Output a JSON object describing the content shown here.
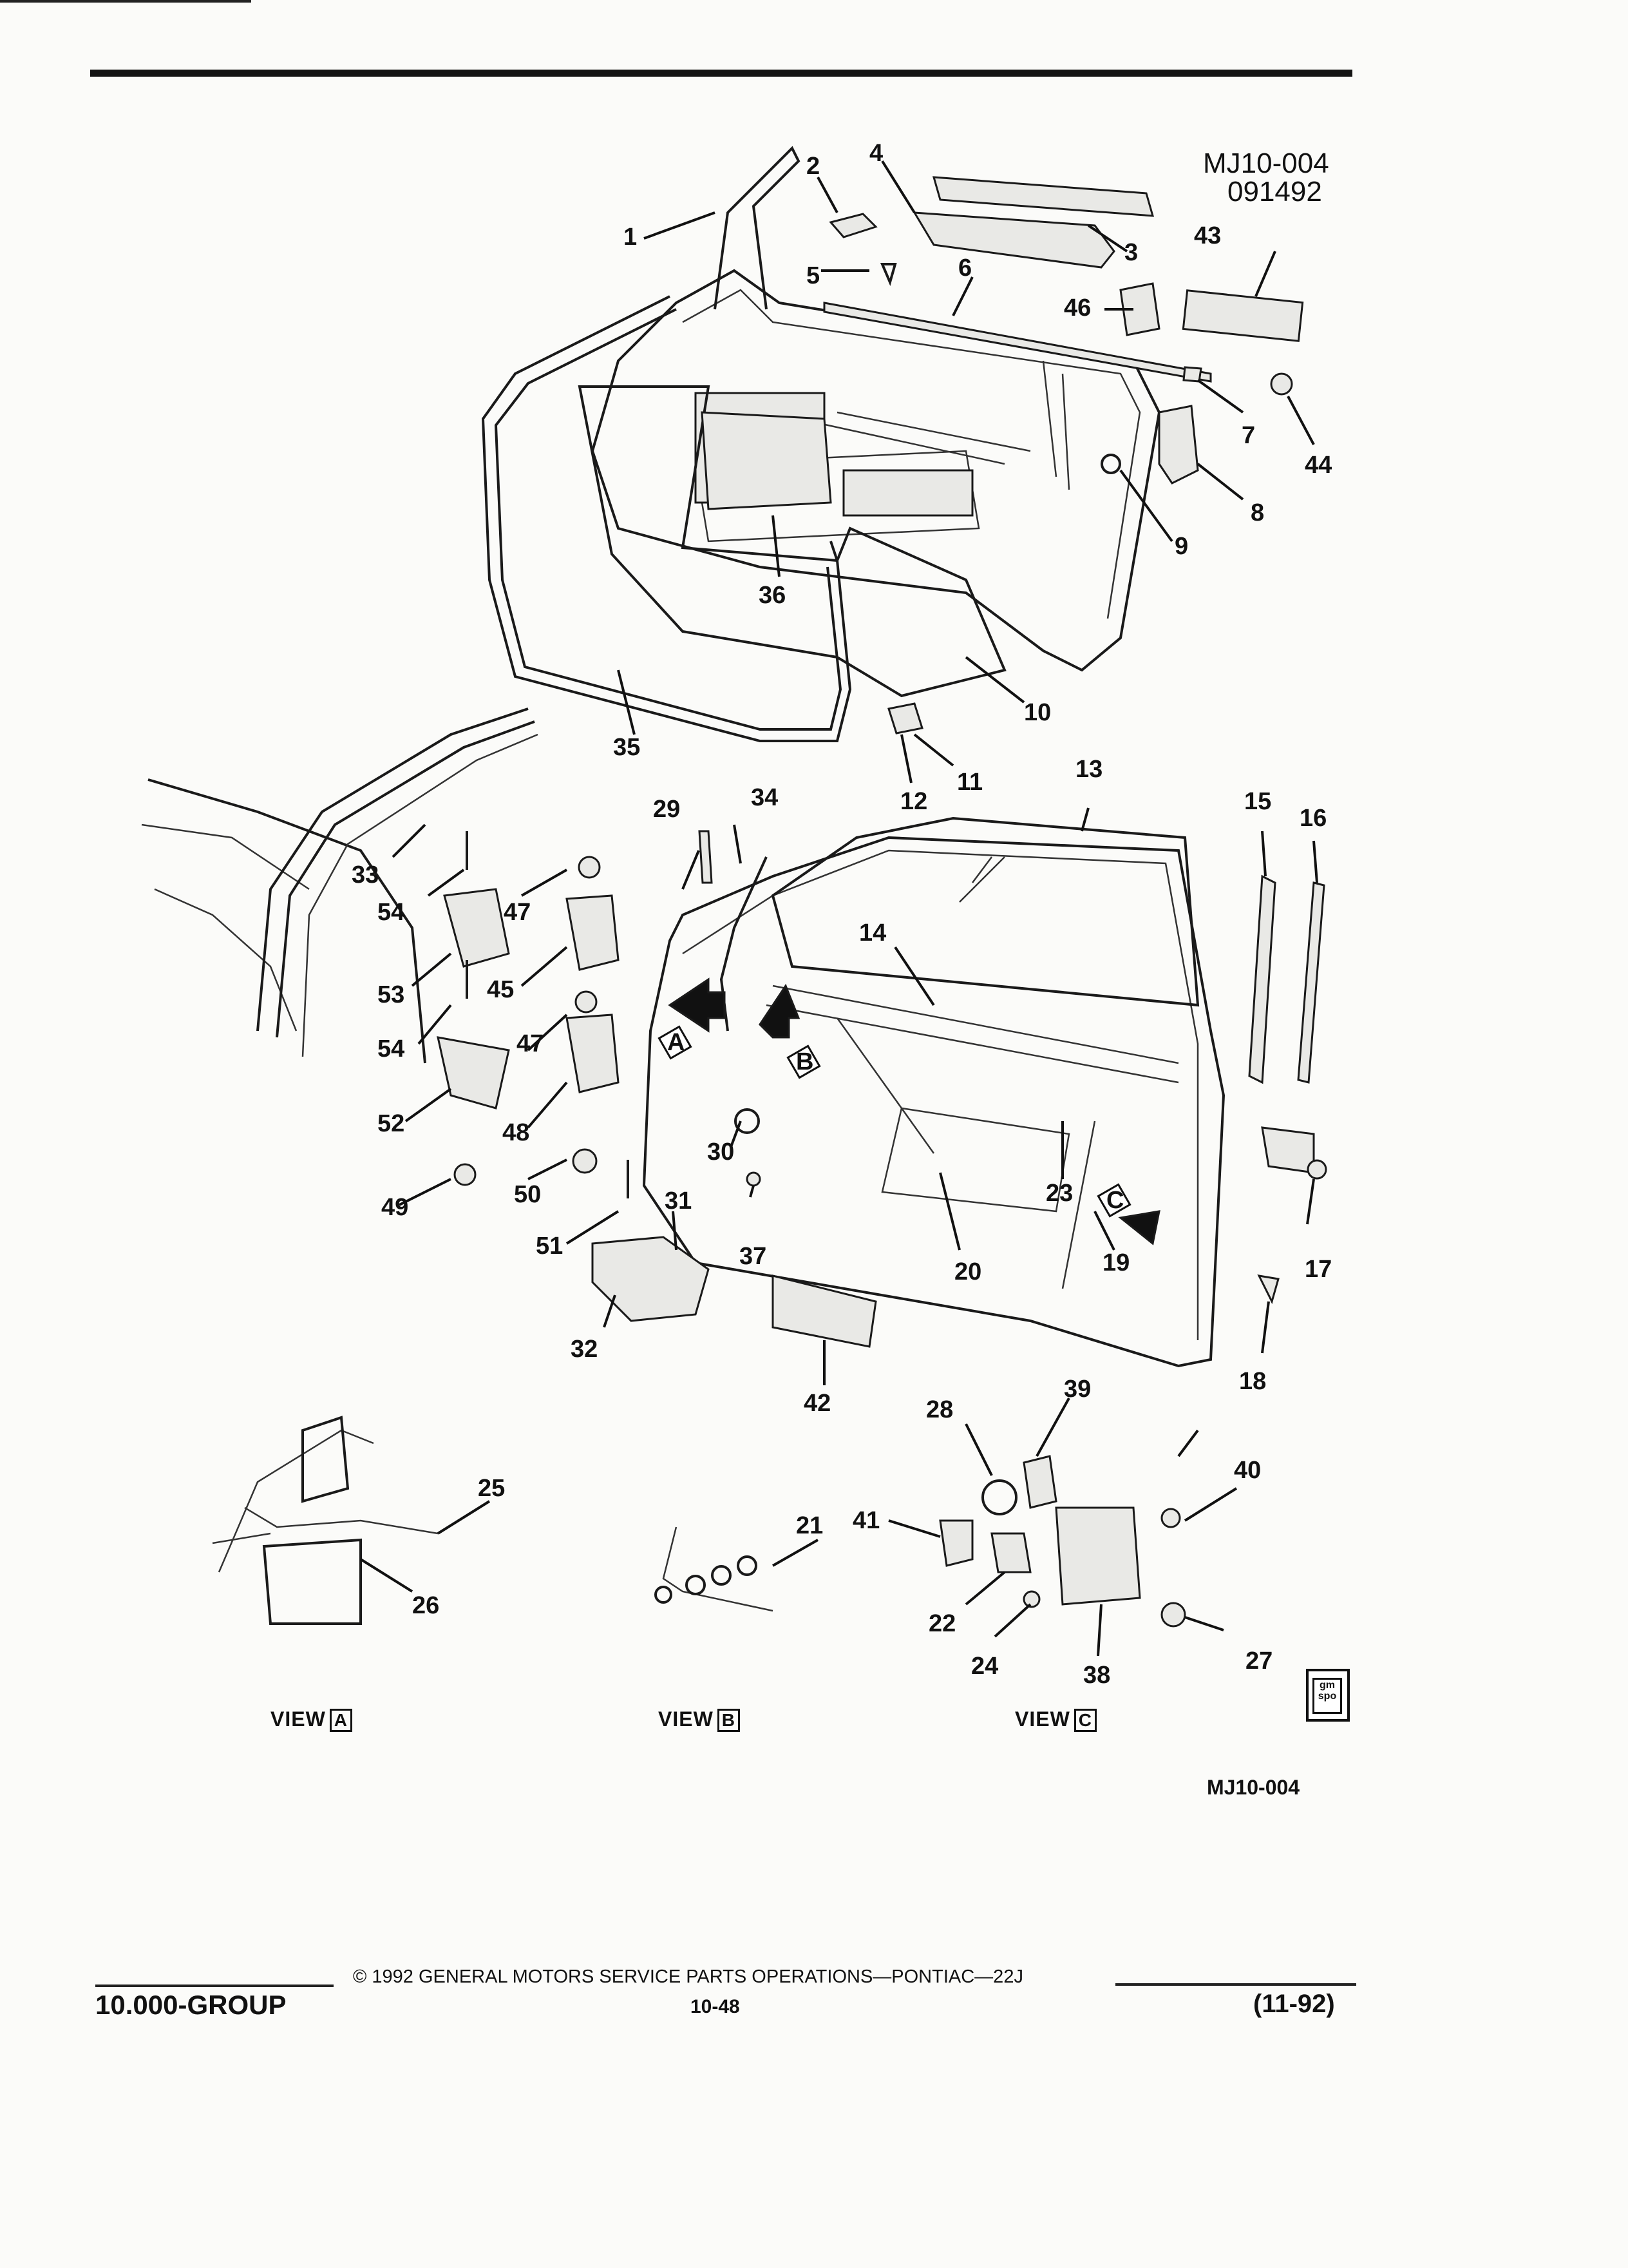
{
  "header": {
    "drawing_id": "MJ10-004",
    "drawing_date": "091492"
  },
  "callouts": [
    "1",
    "2",
    "3",
    "4",
    "5",
    "6",
    "7",
    "8",
    "9",
    "10",
    "11",
    "12",
    "13",
    "14",
    "15",
    "16",
    "17",
    "18",
    "19",
    "20",
    "21",
    "22",
    "23",
    "24",
    "25",
    "26",
    "27",
    "28",
    "29",
    "30",
    "31",
    "32",
    "33",
    "34",
    "35",
    "36",
    "37",
    "38",
    "39",
    "40",
    "41",
    "42",
    "43",
    "44",
    "45",
    "46",
    "47",
    "47",
    "48",
    "49",
    "50",
    "51",
    "52",
    "53",
    "54",
    "54"
  ],
  "view_word": "VIEW",
  "views": [
    {
      "letter": "A"
    },
    {
      "letter": "B"
    },
    {
      "letter": "C"
    }
  ],
  "arrow_letters": [
    "A",
    "B",
    "C"
  ],
  "bottom_code": "MJ10-004",
  "footer": {
    "group": "10.000-GROUP",
    "copyright": "© 1992 GENERAL MOTORS SERVICE PARTS OPERATIONS—PONTIAC—22J",
    "page": "10-48",
    "revision": "(11-92)"
  },
  "logo_text": "gm spo"
}
